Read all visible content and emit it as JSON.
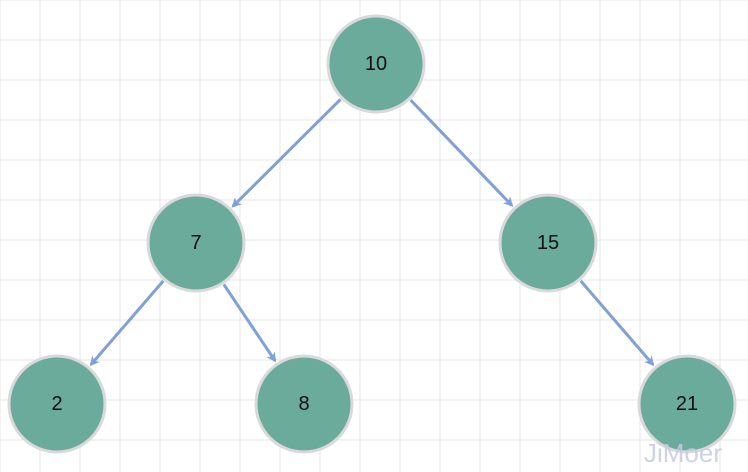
{
  "diagram": {
    "background_color": "#ffffff",
    "grid_color": "#e6e6e6",
    "node_fill": "#6aab9c",
    "node_border": "#d9d9d9",
    "edge_color": "#7da1d8",
    "nodes": [
      {
        "id": "n10",
        "label": "10"
      },
      {
        "id": "n7",
        "label": "7"
      },
      {
        "id": "n15",
        "label": "15"
      },
      {
        "id": "n2",
        "label": "2"
      },
      {
        "id": "n8",
        "label": "8"
      },
      {
        "id": "n21",
        "label": "21"
      }
    ],
    "edges": [
      {
        "from": "n10",
        "to": "n7"
      },
      {
        "from": "n10",
        "to": "n15"
      },
      {
        "from": "n7",
        "to": "n2"
      },
      {
        "from": "n7",
        "to": "n8"
      },
      {
        "from": "n15",
        "to": "n21"
      }
    ]
  },
  "watermark": {
    "text": "JiMoer"
  }
}
